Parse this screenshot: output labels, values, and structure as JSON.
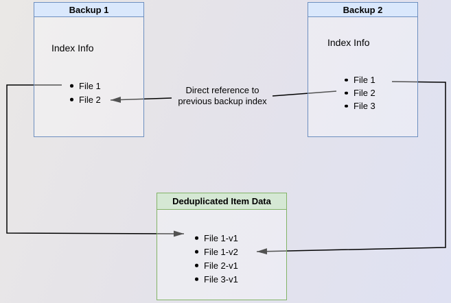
{
  "diagram": {
    "backup1": {
      "title": "Backup 1",
      "subtitle": "Index Info",
      "items": [
        "File 1",
        "File 2"
      ]
    },
    "backup2": {
      "title": "Backup 2",
      "subtitle": "Index Info",
      "items": [
        "File 1",
        "File 2",
        "File 3"
      ]
    },
    "dedup": {
      "title": "Deduplicated Item Data",
      "items": [
        "File 1-v1",
        "File 1-v2",
        "File 2-v1",
        "File 3-v1"
      ]
    },
    "reference_label": {
      "line1": "Direct reference to",
      "line2": "previous backup index"
    },
    "colors": {
      "blue_border": "#6c8ebf",
      "blue_header_fill": "#dae8fc",
      "green_border": "#82b366",
      "green_header_fill": "#d5e8d4",
      "arrow": "#000000",
      "background_left": "#eae8e6",
      "background_right": "#dfe1f2"
    }
  }
}
